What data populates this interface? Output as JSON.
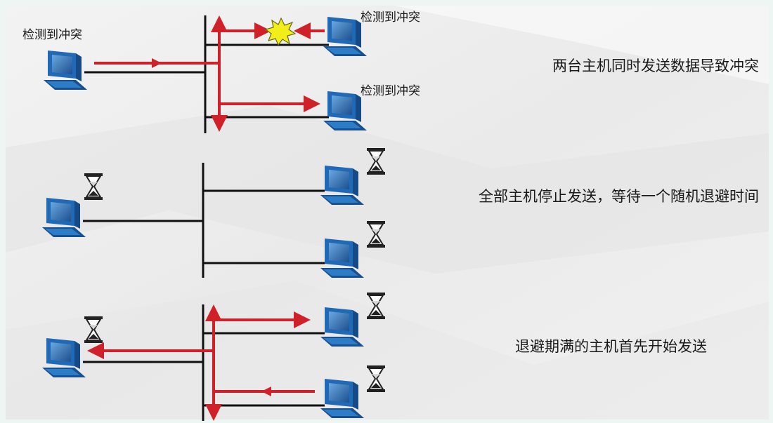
{
  "colors": {
    "wire": "#111111",
    "signal": "#d0202a",
    "collision": "#f2ee1a",
    "computer": "#1f69b7"
  },
  "panels": [
    {
      "caption": "两台主机同时发送数据导致冲突",
      "detected_left": "检测到冲突",
      "detected_top_right": "检测到冲突",
      "detected_bottom_right": "检测到冲突",
      "icons": [
        "computer-icon",
        "collision-burst-icon"
      ]
    },
    {
      "caption": "全部主机停止发送，等待一个随机退避时间",
      "icons": [
        "computer-icon",
        "hourglass-icon"
      ]
    },
    {
      "caption": "退避期满的主机首先开始发送",
      "icons": [
        "computer-icon",
        "hourglass-icon"
      ]
    }
  ]
}
